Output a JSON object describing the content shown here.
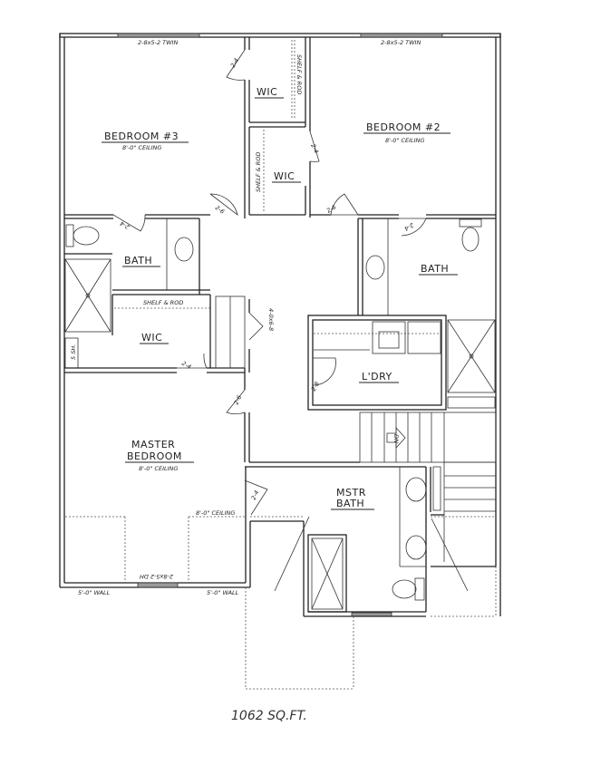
{
  "plan": {
    "total_area": "1062 SQ.FT.",
    "rooms": [
      {
        "id": "bedroom3",
        "name": "BEDROOM #3",
        "note": "8'-0\" CEILING"
      },
      {
        "id": "bedroom2",
        "name": "BEDROOM #2",
        "note": "8'-0\" CEILING"
      },
      {
        "id": "wic_top",
        "name": "WIC"
      },
      {
        "id": "wic_mid",
        "name": "WIC"
      },
      {
        "id": "bath_left",
        "name": "BATH"
      },
      {
        "id": "bath_right",
        "name": "BATH"
      },
      {
        "id": "wic_master",
        "name": "WIC"
      },
      {
        "id": "laundry",
        "name": "L'DRY"
      },
      {
        "id": "master",
        "name_line1": "MASTER",
        "name_line2": "BEDROOM",
        "note": "8'-0\" CEILING"
      },
      {
        "id": "mstr_bath",
        "name_line1": "MSTR",
        "name_line2": "BATH"
      }
    ],
    "annotations": {
      "window_b3": "2-8x5-2 TWIN",
      "window_b2": "2-8x5-2 TWIN",
      "window_master": "2-8x5-2 DH",
      "shelf_rod_1": "SHELF & ROD",
      "shelf_rod_2": "SHELF & ROD",
      "shelf_rod_3": "SHELF & ROD",
      "five_sh": "5 SH.",
      "closet_door": "4-0x6-8",
      "ceiling_master_2": "8'-0\" CEILING",
      "wall_left": "5'-0\" WALL",
      "wall_right": "5'-0\" WALL",
      "stairs": "DN"
    },
    "doors": [
      "2-4",
      "2-4",
      "2-6",
      "2-6",
      "2-4",
      "2-4",
      "2-4",
      "2-8",
      "2-6",
      "2-4"
    ]
  }
}
